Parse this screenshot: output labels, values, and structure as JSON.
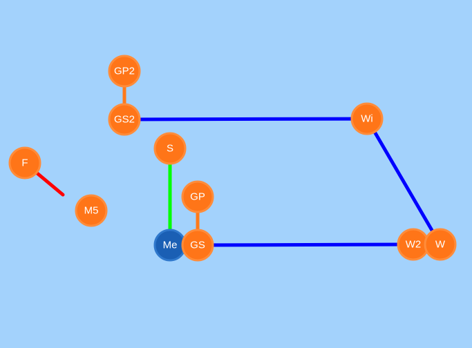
{
  "diagram": {
    "background": "#a3d2fc",
    "nodes": [
      {
        "id": "GP2",
        "label": "GP2",
        "kind": "other"
      },
      {
        "id": "GS2",
        "label": "GS2",
        "kind": "other"
      },
      {
        "id": "Wi",
        "label": "Wi",
        "kind": "other"
      },
      {
        "id": "S",
        "label": "S",
        "kind": "other"
      },
      {
        "id": "F",
        "label": "F",
        "kind": "other"
      },
      {
        "id": "GP",
        "label": "GP",
        "kind": "other"
      },
      {
        "id": "M5",
        "label": "M5",
        "kind": "other"
      },
      {
        "id": "Me",
        "label": "Me",
        "kind": "self"
      },
      {
        "id": "GS",
        "label": "GS",
        "kind": "other"
      },
      {
        "id": "W2",
        "label": "W2",
        "kind": "other"
      },
      {
        "id": "W",
        "label": "W",
        "kind": "other"
      }
    ],
    "edges": [
      {
        "from": "GP2",
        "to": "GS2",
        "color": "#ff7a1a"
      },
      {
        "from": "GS2",
        "to": "Wi",
        "color": "#0000ff"
      },
      {
        "from": "Wi",
        "to": "W",
        "color": "#0000ff"
      },
      {
        "from": "S",
        "to": "Me",
        "color": "#00ff00"
      },
      {
        "from": "GP",
        "to": "GS",
        "color": "#ff7a1a"
      },
      {
        "from": "GS",
        "to": "W2",
        "color": "#0000ff"
      },
      {
        "from": "F",
        "to": "M5",
        "color": "#ff0000",
        "partial": true
      }
    ],
    "colors": {
      "other_fill": "#ff7518",
      "other_stroke": "#ff8c3a",
      "self_fill": "#1a5fb4",
      "self_stroke": "#2f78cc",
      "label": "#ffffff"
    }
  }
}
